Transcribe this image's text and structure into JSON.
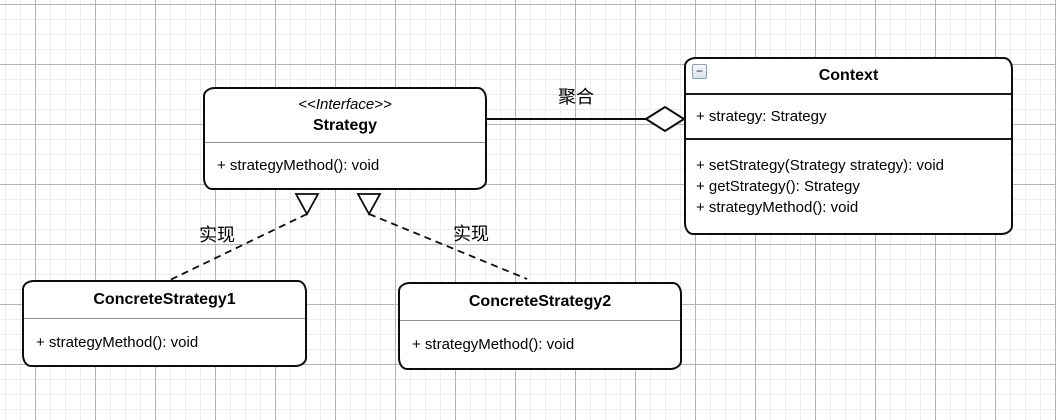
{
  "diagram": {
    "type": "uml-class-diagram",
    "pattern": "Strategy",
    "classes": {
      "strategy": {
        "stereotype": "<<Interface>>",
        "name": "Strategy",
        "methods": [
          "+ strategyMethod(): void"
        ]
      },
      "context": {
        "name": "Context",
        "collapse_icon": "−",
        "attributes": [
          "+ strategy: Strategy"
        ],
        "methods": [
          "+ setStrategy(Strategy strategy): void",
          "+ getStrategy(): Strategy",
          "+ strategyMethod(): void"
        ]
      },
      "concrete1": {
        "name": "ConcreteStrategy1",
        "methods": [
          "+ strategyMethod(): void"
        ]
      },
      "concrete2": {
        "name": "ConcreteStrategy2",
        "methods": [
          "+ strategyMethod(): void"
        ]
      }
    },
    "edges": {
      "aggregation_label": "聚合",
      "realization_left_label": "实现",
      "realization_right_label": "实现"
    },
    "colors": {
      "line": "#0d0d0d",
      "box_fill": "#ffffff",
      "grid_minor": "#ededed",
      "grid_major": "#b4b4b4",
      "collapse_btn_fill": "#dde5ef",
      "collapse_btn_border": "#93a0b2"
    }
  }
}
